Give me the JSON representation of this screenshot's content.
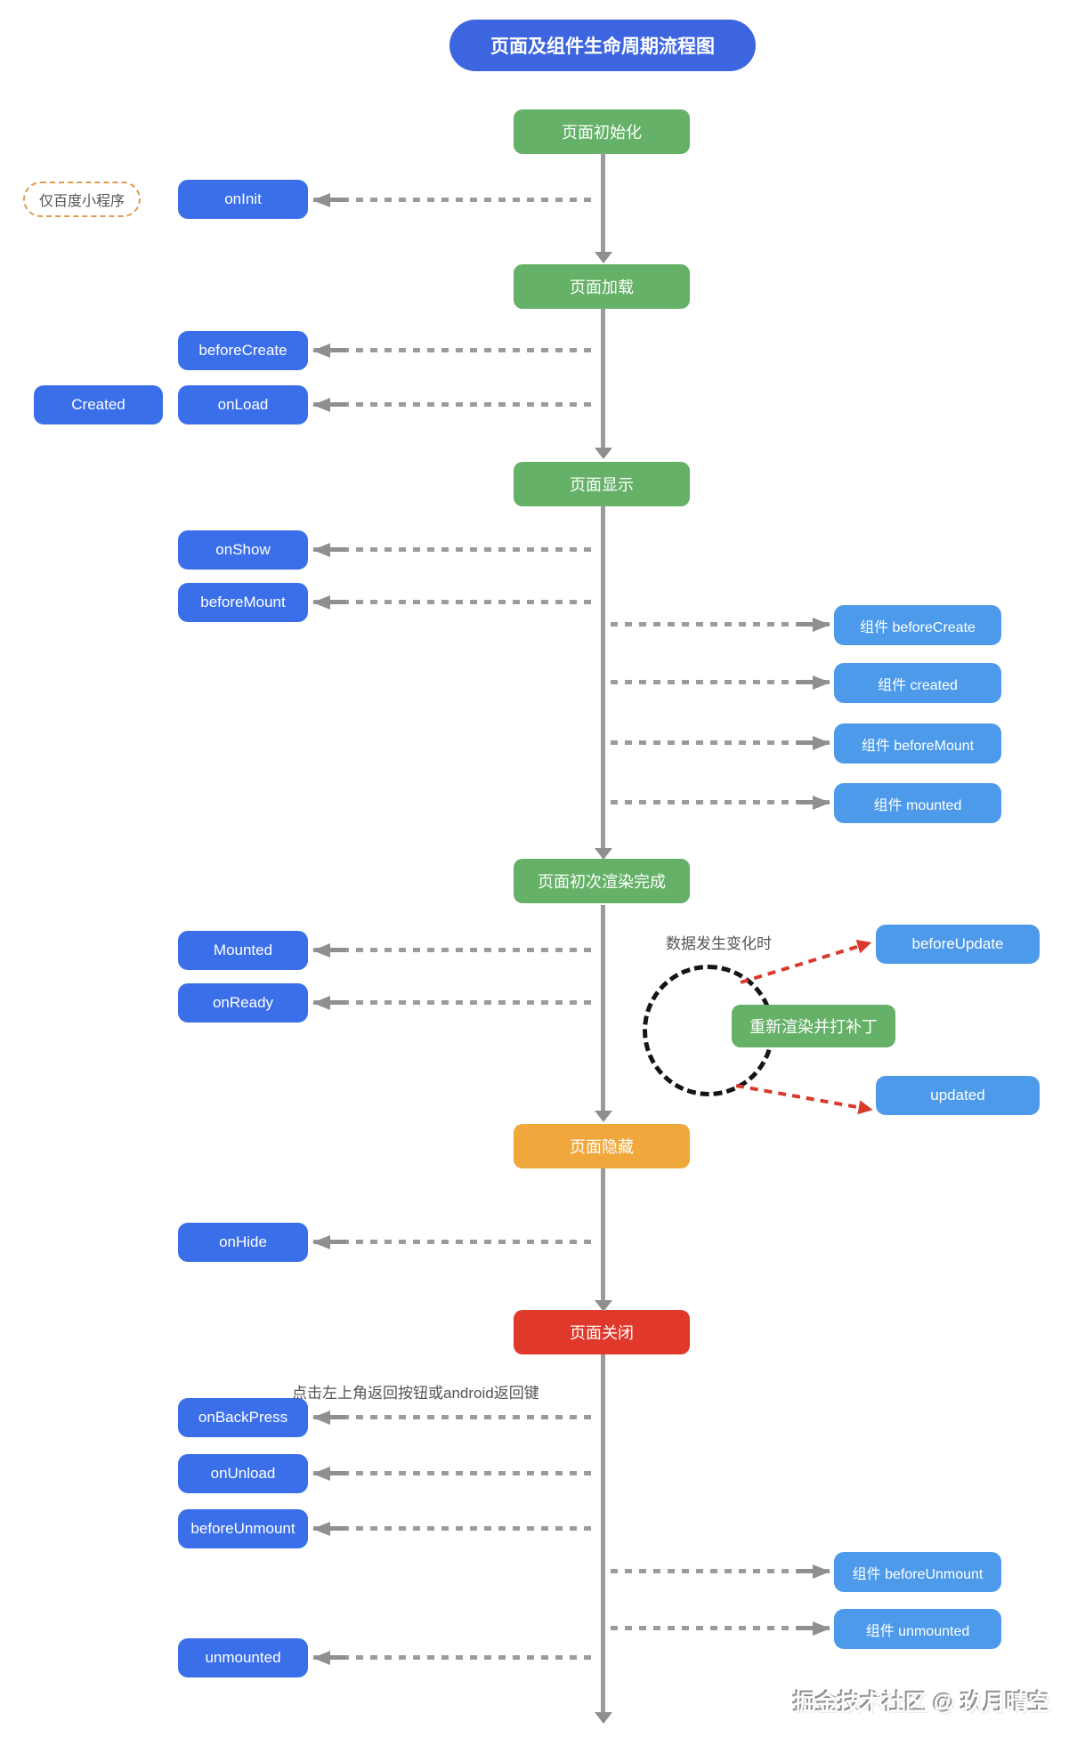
{
  "title": "页面及组件生命周期流程图",
  "colors": {
    "title_blue": "#3D65DF",
    "primary_blue": "#3A6FE9",
    "light_blue": "#4D9AEA",
    "green": "#64B167",
    "orange": "#F0A73C",
    "red": "#E0392B",
    "red_arrow": "#D93A2C",
    "arrow_gray": "#9B9B9B"
  },
  "stages": [
    "页面初始化",
    "页面加载",
    "页面显示",
    "页面初次渲染完成",
    "页面隐藏",
    "页面关闭"
  ],
  "page_hooks": [
    "onInit",
    "beforeCreate",
    "onLoad",
    "Created",
    "onShow",
    "beforeMount",
    "Mounted",
    "onReady",
    "onHide",
    "onBackPress",
    "onUnload",
    "beforeUnmount",
    "unmounted"
  ],
  "component_hooks": [
    "组件 beforeCreate",
    "组件 created",
    "组件 beforeMount",
    "组件 mounted",
    "组件 beforeUnmount",
    "组件 unmounted"
  ],
  "update_cycle": {
    "trigger_note": "数据发生变化时",
    "action": "重新渲染并打补丁",
    "before": "beforeUpdate",
    "after": "updated"
  },
  "badge": "仅百度小程序",
  "back_note": "点击左上角返回按钮或android返回键",
  "watermark": "掘金技术社区 @ 玖月晴空"
}
